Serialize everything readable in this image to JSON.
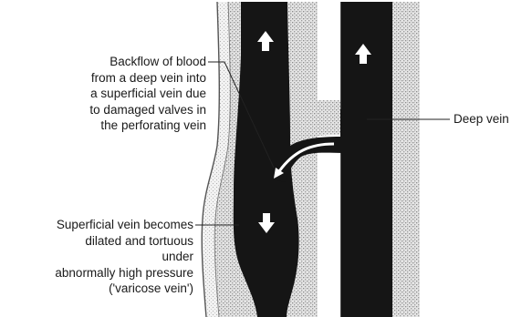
{
  "labels": {
    "backflow": {
      "lines": [
        "Backflow of blood",
        "from a deep vein into",
        "a superficial vein due",
        "to damaged valves in",
        "the perforating vein"
      ]
    },
    "deep_vein": {
      "lines": [
        "Deep vein"
      ]
    },
    "superficial": {
      "lines": [
        "Superficial vein becomes",
        "dilated and tortuous",
        "under",
        "abnormally high pressure",
        "('varicose vein')"
      ]
    }
  },
  "colors": {
    "tissue_stipple": "#b9b9b9",
    "vein_fill": "#151515",
    "skin_line": "#555555",
    "arrow": "#ffffff",
    "leader_line": "#222222"
  },
  "icons": {
    "flow_arrows": "up-arrow-icon / down-arrow-icon"
  }
}
